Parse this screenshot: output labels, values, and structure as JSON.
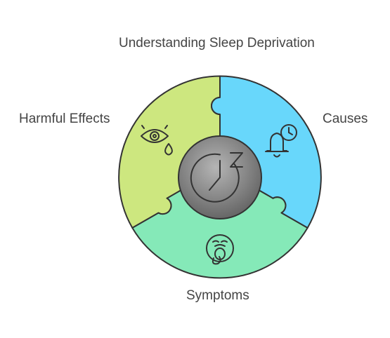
{
  "title": "Understanding Sleep Deprivation",
  "segments": [
    {
      "label": "Harmful Effects",
      "color": "#cde77f",
      "icon": "crying-eye-icon"
    },
    {
      "label": "Causes",
      "color": "#68d7fb",
      "icon": "alarm-clock-icon"
    },
    {
      "label": "Symptoms",
      "color": "#85e9b8",
      "icon": "yawning-face-icon"
    }
  ],
  "center": {
    "icon": "sleep-clock-icon",
    "color": "#7d7d7d"
  },
  "outline_color": "#333333"
}
